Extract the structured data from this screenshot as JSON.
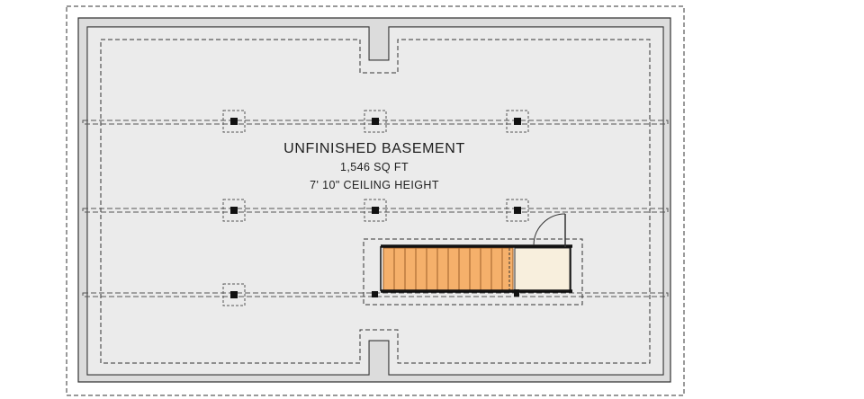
{
  "room": {
    "name": "UNFINISHED BASEMENT",
    "area": "1,546 SQ FT",
    "ceiling": "7' 10\" CEILING HEIGHT"
  },
  "colors": {
    "floor": "#ebebeb",
    "wall_fill": "#dcdcdc",
    "line": "#333333",
    "stair_tread": "#f5b06b",
    "stair_line": "#a0612a",
    "landing": "#f8efdd",
    "post": "#111111"
  },
  "icons": {
    "post": "square-post-icon",
    "door_swing": "door-swing-icon",
    "stair": "stair-run-icon"
  }
}
